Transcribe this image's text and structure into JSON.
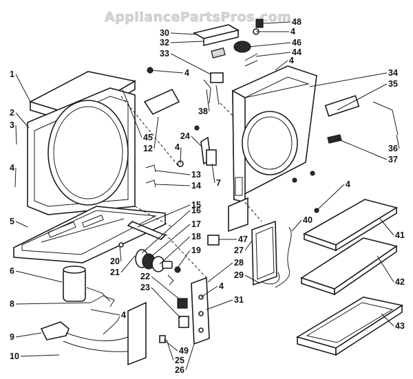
{
  "watermark": "AppliancePartsPros.com",
  "callouts": [
    {
      "label": "1"
    },
    {
      "label": "2"
    },
    {
      "label": "3"
    },
    {
      "label": "4"
    },
    {
      "label": "4"
    },
    {
      "label": "4"
    },
    {
      "label": "4"
    },
    {
      "label": "4"
    },
    {
      "label": "4"
    },
    {
      "label": "4"
    },
    {
      "label": "4"
    },
    {
      "label": "5"
    },
    {
      "label": "6"
    },
    {
      "label": "7"
    },
    {
      "label": "8"
    },
    {
      "label": "9"
    },
    {
      "label": "10"
    },
    {
      "label": "12"
    },
    {
      "label": "13"
    },
    {
      "label": "14"
    },
    {
      "label": "15"
    },
    {
      "label": "16"
    },
    {
      "label": "17"
    },
    {
      "label": "18"
    },
    {
      "label": "19"
    },
    {
      "label": "20"
    },
    {
      "label": "21"
    },
    {
      "label": "22"
    },
    {
      "label": "23"
    },
    {
      "label": "24"
    },
    {
      "label": "25"
    },
    {
      "label": "26"
    },
    {
      "label": "27"
    },
    {
      "label": "28"
    },
    {
      "label": "29"
    },
    {
      "label": "30"
    },
    {
      "label": "31"
    },
    {
      "label": "32"
    },
    {
      "label": "33"
    },
    {
      "label": "34"
    },
    {
      "label": "35"
    },
    {
      "label": "36"
    },
    {
      "label": "37"
    },
    {
      "label": "38"
    },
    {
      "label": "40"
    },
    {
      "label": "41"
    },
    {
      "label": "42"
    },
    {
      "label": "43"
    },
    {
      "label": "44"
    },
    {
      "label": "45"
    },
    {
      "label": "46"
    },
    {
      "label": "47"
    },
    {
      "label": "48"
    },
    {
      "label": "49"
    }
  ]
}
